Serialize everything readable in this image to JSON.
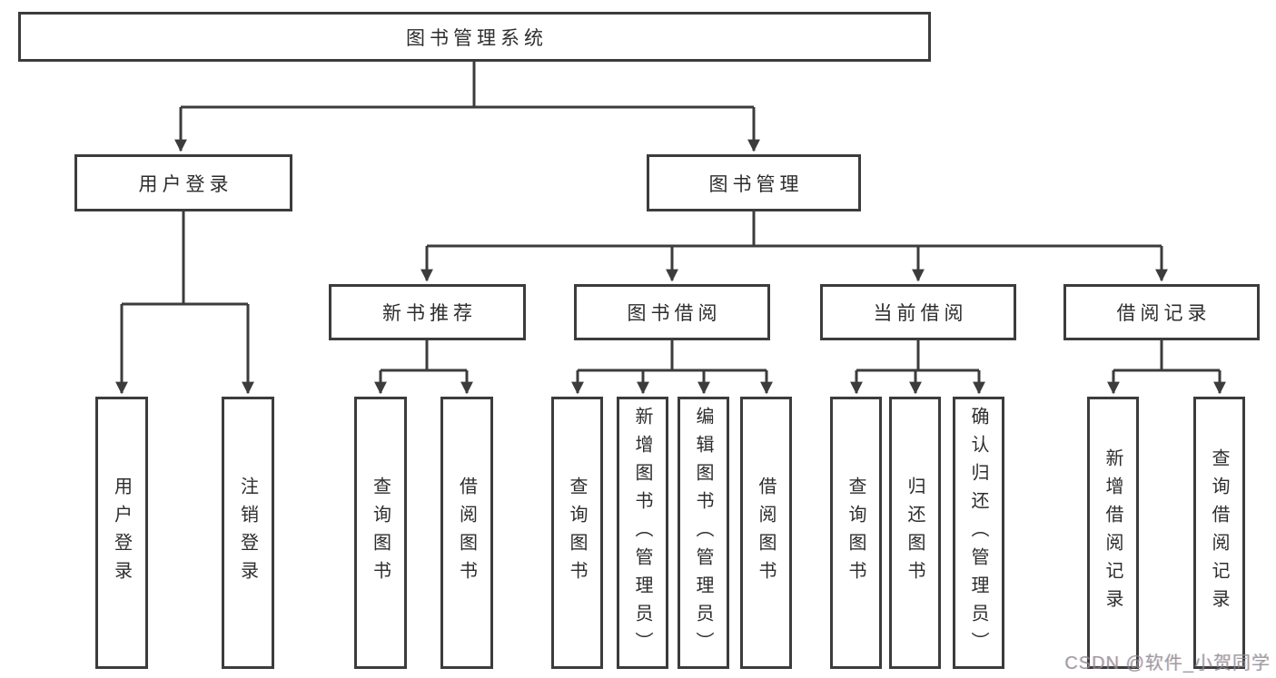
{
  "diagram": {
    "title": "图书管理系统",
    "level2": [
      {
        "label": "用户登录",
        "children": [
          "用户登录",
          "注销登录"
        ]
      },
      {
        "label": "图书管理"
      }
    ],
    "level3": [
      {
        "label": "新书推荐",
        "children": [
          "查询图书",
          "借阅图书"
        ]
      },
      {
        "label": "图书借阅",
        "children": [
          "查询图书",
          "新增图书（管理员）",
          "编辑图书（管理员）",
          "借阅图书"
        ]
      },
      {
        "label": "当前借阅",
        "children": [
          "查询图书",
          "归还图书",
          "确认归还（管理员）"
        ]
      },
      {
        "label": "借阅记录",
        "children": [
          "新增借阅记录",
          "查询借阅记录"
        ]
      }
    ],
    "watermark": "CSDN @软件_小贺同学",
    "colors": {
      "line": "#3c3c3c",
      "text": "#2d2d2d",
      "background": "#ffffff"
    }
  }
}
